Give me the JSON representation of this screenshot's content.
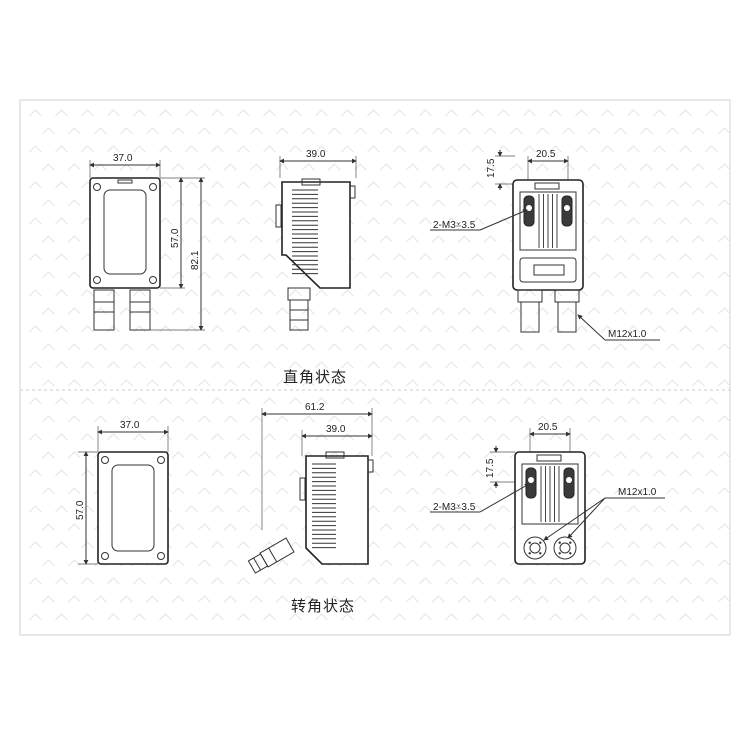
{
  "top_view": {
    "caption": "直角状态",
    "front": {
      "width": "37.0",
      "height": "57.0",
      "total_height": "82.1"
    },
    "side": {
      "depth": "39.0"
    },
    "back": {
      "width": "20.5",
      "hole_offset": "17.5",
      "thread_callout": "2-M3⩡3.5",
      "connector": "M12x1.0"
    }
  },
  "bottom_view": {
    "caption": "转角状态",
    "front": {
      "width": "37.0",
      "height": "57.0"
    },
    "side": {
      "total_depth": "61.2",
      "depth": "39.0"
    },
    "back": {
      "width": "20.5",
      "hole_offset": "17.5",
      "thread_callout": "2-M3⩡3.5",
      "connector": "M12x1.0"
    }
  },
  "colors": {
    "line": "#222222",
    "frame": "#d0d0d0",
    "divider": "#cccccc"
  }
}
